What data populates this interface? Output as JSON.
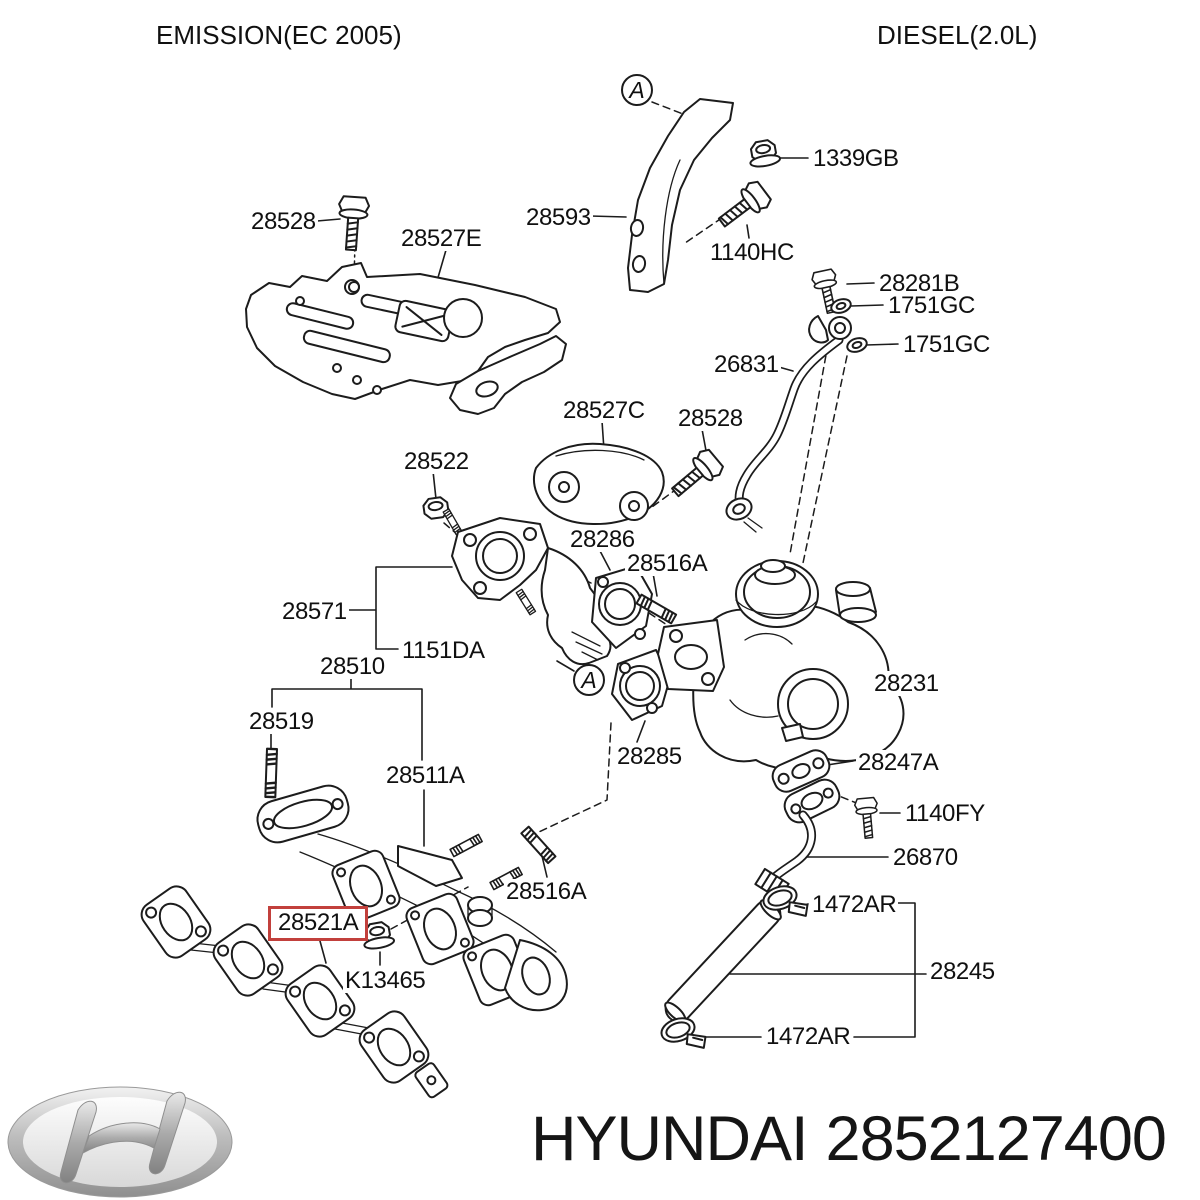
{
  "header": {
    "left": "EMISSION(EC 2005)",
    "right": "DIESEL(2.0L)"
  },
  "footer": {
    "brand": "HYUNDAI",
    "part_number": "2852127400",
    "logo": "hyundai-logo"
  },
  "highlighted_part": "28521A",
  "highlight_color": "#c2403c",
  "detail_markers": [
    {
      "label": "A"
    },
    {
      "label": "A"
    }
  ],
  "part_labels": [
    {
      "id": "28528-top",
      "text": "28528"
    },
    {
      "id": "28527E",
      "text": "28527E"
    },
    {
      "id": "28593",
      "text": "28593"
    },
    {
      "id": "1339GB",
      "text": "1339GB"
    },
    {
      "id": "1140HC",
      "text": "1140HC"
    },
    {
      "id": "28281B",
      "text": "28281B"
    },
    {
      "id": "1751GC-1",
      "text": "1751GC"
    },
    {
      "id": "1751GC-2",
      "text": "1751GC"
    },
    {
      "id": "26831",
      "text": "26831"
    },
    {
      "id": "28527C",
      "text": "28527C"
    },
    {
      "id": "28528-mid",
      "text": "28528"
    },
    {
      "id": "28522",
      "text": "28522"
    },
    {
      "id": "28286",
      "text": "28286"
    },
    {
      "id": "28516A-1",
      "text": "28516A"
    },
    {
      "id": "28571",
      "text": "28571"
    },
    {
      "id": "1151DA",
      "text": "1151DA"
    },
    {
      "id": "28510",
      "text": "28510"
    },
    {
      "id": "28231",
      "text": "28231"
    },
    {
      "id": "28519",
      "text": "28519"
    },
    {
      "id": "28285",
      "text": "28285"
    },
    {
      "id": "28247A",
      "text": "28247A"
    },
    {
      "id": "28511A",
      "text": "28511A"
    },
    {
      "id": "1140FY",
      "text": "1140FY"
    },
    {
      "id": "26870",
      "text": "26870"
    },
    {
      "id": "28516A-2",
      "text": "28516A"
    },
    {
      "id": "1472AR-1",
      "text": "1472AR"
    },
    {
      "id": "28521A",
      "text": "28521A",
      "highlighted": true
    },
    {
      "id": "K13465",
      "text": "K13465"
    },
    {
      "id": "28245",
      "text": "28245"
    },
    {
      "id": "1472AR-2",
      "text": "1472AR"
    }
  ]
}
